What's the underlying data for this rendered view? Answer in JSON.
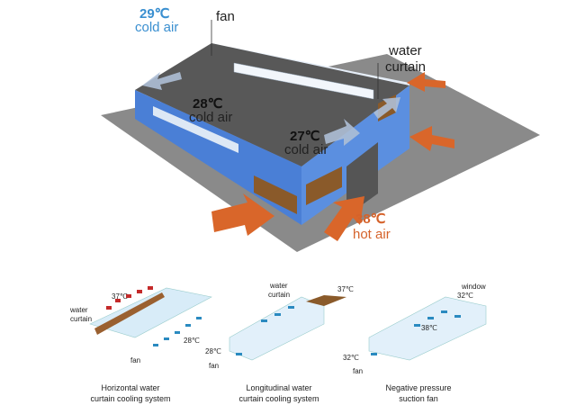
{
  "main": {
    "top_temp": "29℃",
    "top_label": "cold air",
    "fan": "fan",
    "water_curtain_1": "water",
    "water_curtain_2": "curtain",
    "mid_temp": "28℃",
    "mid_label": "cold air",
    "inner_temp": "27℃",
    "inner_label": "cold air",
    "hot_temp": "38℃",
    "hot_label": "hot air"
  },
  "systems": [
    {
      "caption_1": "Horizontal water",
      "caption_2": "curtain cooling system",
      "temp_in": "37℃",
      "temp_out": "28℃",
      "label_curtain_1": "water",
      "label_curtain_2": "curtain",
      "label_fan": "fan"
    },
    {
      "caption_1": "Longitudinal water",
      "caption_2": "curtain cooling system",
      "temp_in": "37℃",
      "temp_out": "28℃",
      "label_curtain_1": "water",
      "label_curtain_2": "curtain",
      "label_fan": "fan"
    },
    {
      "caption_1": "Negative pressure",
      "caption_2": "suction fan",
      "temp_window": "32℃",
      "temp_mid": "38℃",
      "temp_out": "32℃",
      "label_window": "window",
      "label_fan": "fan"
    }
  ],
  "colors": {
    "wall": "#4a7fd6",
    "roof": "#5a5a5a",
    "ground": "#8a8a8a",
    "arrow_hot": "#d9662a",
    "arrow_cold": "#3a8fd0"
  }
}
